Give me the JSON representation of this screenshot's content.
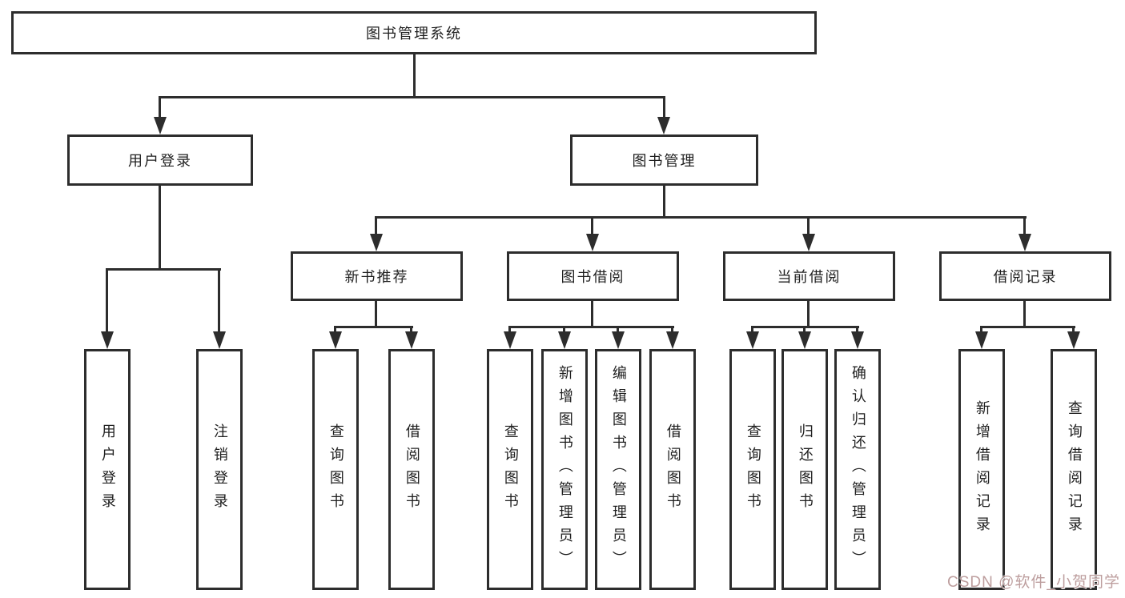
{
  "diagram": {
    "root": {
      "label": "图书管理系统"
    },
    "user_login": {
      "label": "用户登录",
      "children": [
        "用户登录",
        "注销登录"
      ]
    },
    "book_management": {
      "label": "图书管理",
      "groups": [
        {
          "label": "新书推荐",
          "children": [
            "查询图书",
            "借阅图书"
          ]
        },
        {
          "label": "图书借阅",
          "children": [
            "查询图书",
            "新增图书（管理员）",
            "编辑图书（管理员）",
            "借阅图书"
          ]
        },
        {
          "label": "当前借阅",
          "children": [
            "查询图书",
            "归还图书",
            "确认归还（管理员）"
          ]
        },
        {
          "label": "借阅记录",
          "children": [
            "新增借阅记录",
            "查询借阅记录"
          ]
        }
      ]
    }
  },
  "watermark": {
    "text": "CSDN @软件_小贺同学",
    "color": "#bd9e9e"
  },
  "colors": {
    "line": "#2d2d2d",
    "box_border": "#2d2d2d",
    "text": "#1f1f1f",
    "background": "#ffffff"
  }
}
